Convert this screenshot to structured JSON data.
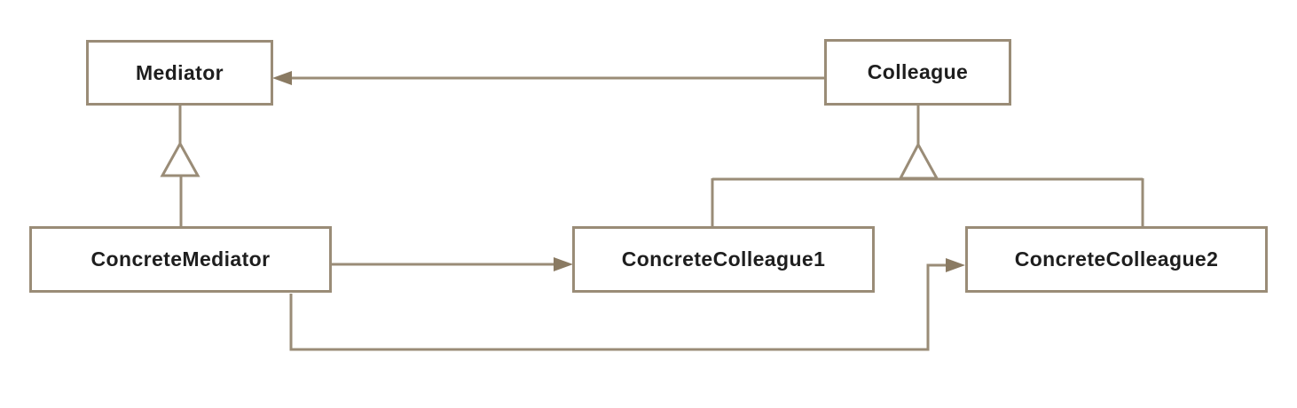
{
  "diagram": {
    "kind": "uml-class-diagram",
    "pattern_name": "Mediator"
  },
  "nodes": [
    {
      "id": "mediator",
      "label": "Mediator"
    },
    {
      "id": "colleague",
      "label": "Colleague"
    },
    {
      "id": "concrete-mediator",
      "label": "ConcreteMediator"
    },
    {
      "id": "concrete-colleague1",
      "label": "ConcreteColleague1"
    },
    {
      "id": "concrete-colleague2",
      "label": "ConcreteColleague2"
    }
  ],
  "edges": [
    {
      "from": "Colleague",
      "to": "Mediator",
      "type": "association-arrow"
    },
    {
      "from": "ConcreteMediator",
      "to": "Mediator",
      "type": "generalization"
    },
    {
      "from": "ConcreteColleague1",
      "to": "Colleague",
      "type": "generalization"
    },
    {
      "from": "ConcreteColleague2",
      "to": "Colleague",
      "type": "generalization"
    },
    {
      "from": "ConcreteMediator",
      "to": "ConcreteColleague1",
      "type": "association-arrow"
    },
    {
      "from": "ConcreteMediator",
      "to": "ConcreteColleague2",
      "type": "association-arrow"
    }
  ],
  "colors": {
    "line": "#9a8c77",
    "arrowhead_fill": "#8a7a62",
    "text": "#1e1e1e",
    "background": "#ffffff"
  }
}
